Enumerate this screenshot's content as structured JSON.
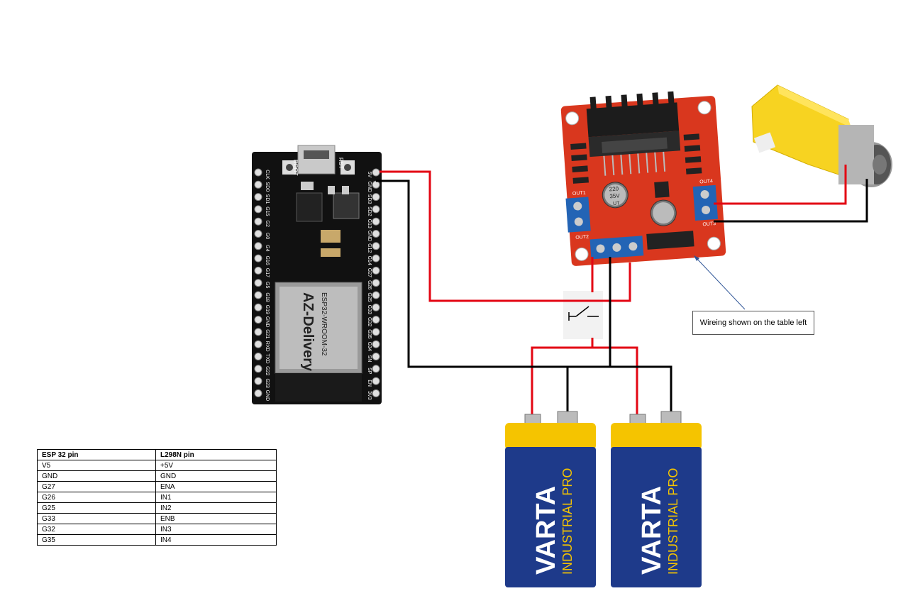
{
  "table": {
    "headers": [
      "ESP 32 pin",
      "L298N pin"
    ],
    "rows": [
      [
        "V5",
        "+5V"
      ],
      [
        "GND",
        "GND"
      ],
      [
        "G27",
        "ENA"
      ],
      [
        "G26",
        "IN1"
      ],
      [
        "G25",
        "IN2"
      ],
      [
        "G33",
        "ENB"
      ],
      [
        "G32",
        "IN3"
      ],
      [
        "G35",
        "IN4"
      ]
    ]
  },
  "note": "Wireing shown on the table left",
  "esp32": {
    "module_brand": "AZ-Delivery",
    "module_name": "ESP32-WROOM-32",
    "boot_label": "BOOT",
    "rst_label": "RST",
    "left_pins": [
      "CLK",
      "SD0",
      "SD1",
      "G15",
      "G2",
      "G0",
      "G4",
      "G16",
      "G17",
      "G5",
      "G18",
      "G19",
      "GND",
      "G21",
      "RXD",
      "TXD",
      "G22",
      "G23",
      "GND"
    ],
    "right_pins": [
      "5V",
      "GND",
      "SD3",
      "SD2",
      "G13",
      "GND",
      "G12",
      "G14",
      "G27",
      "G26",
      "G25",
      "G33",
      "G32",
      "G35",
      "G34",
      "SN",
      "SP",
      "EN",
      "3V3"
    ]
  },
  "l298n": {
    "out1": "OUT1",
    "out2": "OUT2",
    "out3": "OUT3",
    "out4": "OUT4",
    "cap_value": "220",
    "cap_voltage": "35V",
    "cap_series": "UT"
  },
  "battery": {
    "brand": "VARTA",
    "line": "INDUSTRIAL PRO"
  },
  "colors": {
    "wire_red": "#e30613",
    "wire_black": "#000000",
    "battery_blue": "#1e3a8a",
    "battery_yellow": "#f5c400",
    "board_red": "#d9371e"
  },
  "icons": [
    "esp32-board",
    "l298n-driver",
    "dc-motor",
    "switch-symbol",
    "battery-9v"
  ]
}
